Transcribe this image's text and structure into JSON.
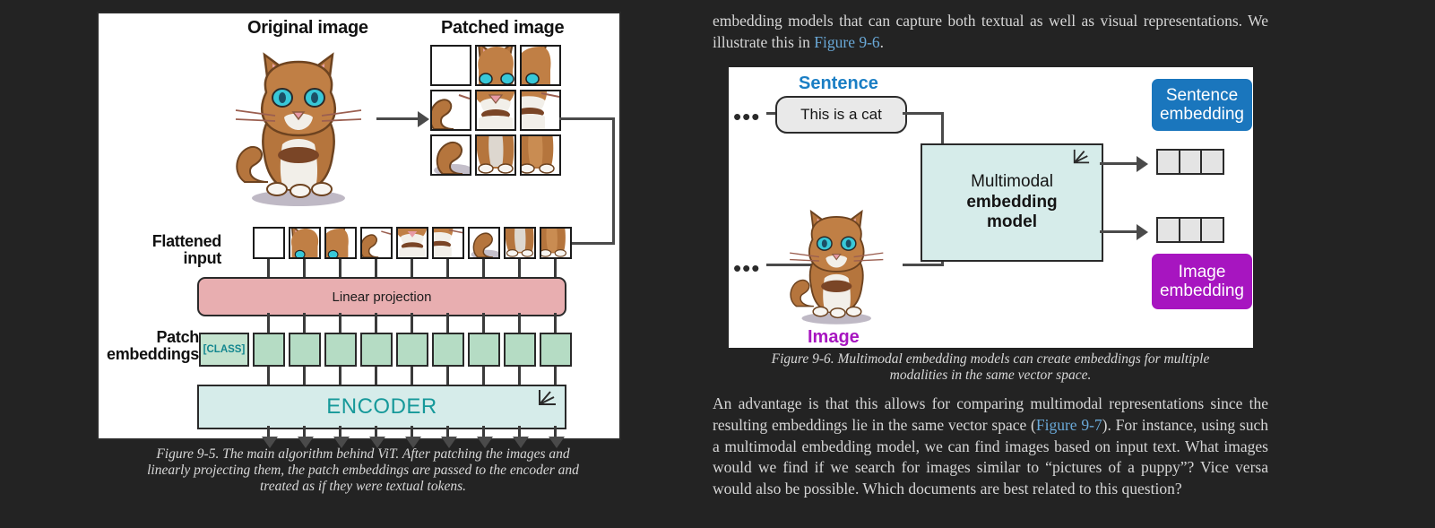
{
  "page": {
    "background": "#232323",
    "text_color": "#d6d6d6",
    "link_color": "#6aa9d8"
  },
  "figure_9_5": {
    "headers": {
      "original": "Original image",
      "patched": "Patched image"
    },
    "row_labels": {
      "flattened": "Flattened input",
      "patch_embeddings_line1": "Patch",
      "patch_embeddings_line2": "embeddings"
    },
    "blocks": {
      "linear_projection": "Linear projection",
      "encoder": "ENCODER",
      "class_token": "[CLASS]"
    },
    "counts": {
      "patch_grid_rows": 3,
      "patch_grid_cols": 3,
      "flattened_patches": 9,
      "patch_embeddings": 9,
      "output_arrows": 9
    },
    "colors": {
      "linear_projection": "#e8aeb0",
      "patch_embedding": "#b5dcc4",
      "encoder": "#d6ecea",
      "encoder_text": "#16999a",
      "class_text": "#13868f"
    },
    "caption": "Figure 9-5. The main algorithm behind ViT. After patching the images and linearly projecting them, the patch embeddings are passed to the encoder and treated as if they were textual tokens."
  },
  "figure_9_6": {
    "labels": {
      "sentence": "Sentence",
      "image": "Image"
    },
    "sentence_box": "This is a cat",
    "model_box": {
      "line1": "Multimodal",
      "line2": "embedding",
      "line3": "model"
    },
    "tags": {
      "sentence_embedding_line1": "Sentence",
      "sentence_embedding_line2": "embedding",
      "image_embedding_line1": "Image",
      "image_embedding_line2": "embedding"
    },
    "colors": {
      "sentence_tag": "#1a76bd",
      "image_tag": "#a715c0",
      "model_box": "#d6ecea",
      "sentence_label": "#1a7ec4",
      "image_label": "#a715c0",
      "vector_cell": "#e4e4e4"
    },
    "vector_cells": 3,
    "caption": "Figure 9-6. Multimodal embedding models can create embeddings for multiple modalities in the same vector space."
  },
  "text": {
    "paragraph_top_part1": "embedding models that can capture both textual as well as visual representations. We illustrate this in ",
    "paragraph_top_link": "Figure 9-6",
    "paragraph_top_part2": ".",
    "paragraph_bottom_part1": "An advantage is that this allows for comparing multimodal representations since the resulting embeddings lie in the same vector space (",
    "paragraph_bottom_link": "Figure 9-7",
    "paragraph_bottom_part2": "). For instance, using such a multimodal embedding model, we can find images based on input text. What images would we find if we search for images similar to “pictures of a puppy”? Vice versa would also be possible. Which documents are best related to this question?"
  }
}
